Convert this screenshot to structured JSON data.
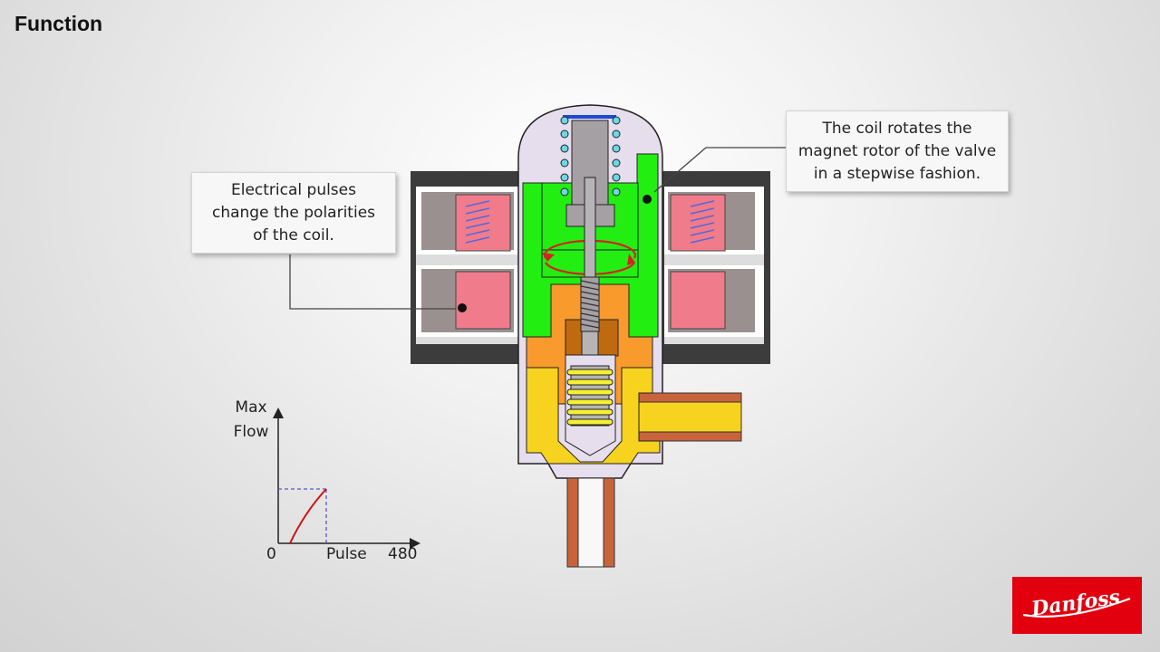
{
  "title": "Function",
  "callouts": {
    "left": "Electrical pulses\nchange the polarities\nof the coil.",
    "right": "The coil rotates the\nmagnet rotor of the valve\nin a stepwise fashion."
  },
  "graph": {
    "y_label": "Max\nFlow",
    "x_label": "Pulse",
    "x_origin": "0",
    "x_max": "480"
  },
  "logo": {
    "text": "Danfoss"
  },
  "colors": {
    "housing": "#3c3c3c",
    "coil": "#f07b8a",
    "rotor": "#22ee11",
    "body_yellow": "#f7d320",
    "orange": "#f89a2c",
    "copper": "#c8643c",
    "capsule": "#e6deec",
    "curve": "#cc1111",
    "brand_red": "#e2000f"
  }
}
